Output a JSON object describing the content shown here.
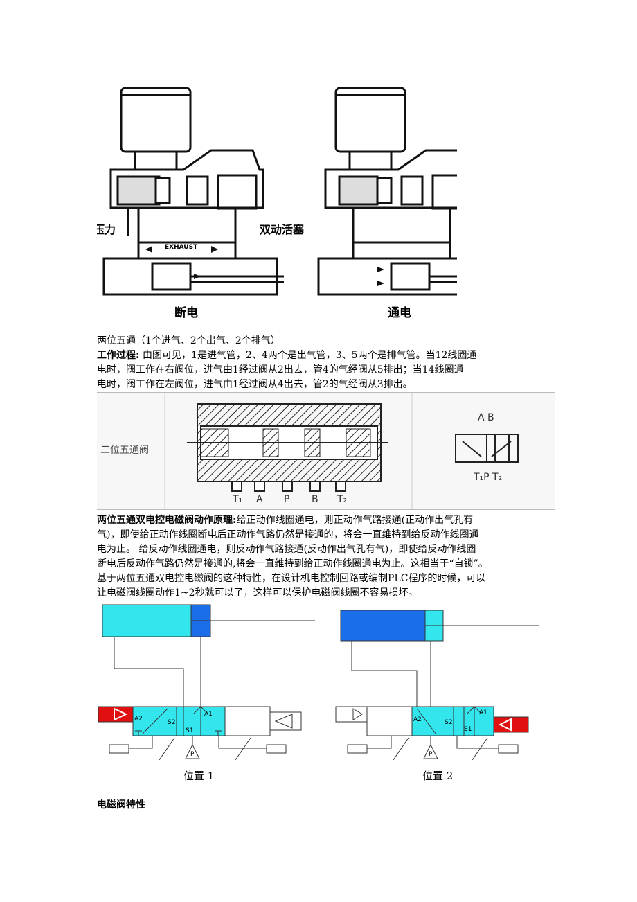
{
  "top_figure": {
    "left_label_pressure": "压力",
    "left_label_exhaust": "EXHAUST",
    "left_label_piston": "双动活塞",
    "left_caption": "断电",
    "right_caption": "通电"
  },
  "intro_line": "两位五通（1个进气、2个出气、2个排气）",
  "work_process": {
    "heading": "工作过程:",
    "line1": " 由图可见，1是进气管，2、4两个是出气管，3、5两个是排气管。当12线圈通",
    "line2": "电时，阀工作在右阀位，进气由1经过阀从2出去，管4的气经阀从5排出；当14线圈通",
    "line3": "电时，阀工作在左阀位，进气由1经过阀从4出去，管2的气经阀从3排出。"
  },
  "valve_figure": {
    "side_label": "二位五通阀",
    "port_labels": [
      "T₁",
      "A",
      "P",
      "B",
      "T₂"
    ],
    "symbol_top": "A B",
    "symbol_bottom": "T₁P T₂"
  },
  "principle": {
    "heading": "两位五通双电控电磁阀动作原理:",
    "line1": "给正动作线圈通电，则正动作气路接通(正动作出气孔有",
    "line2": "气)，即使给正动作线圈断电后正动作气路仍然是接通的，将会一直维持到给反动作线圈通",
    "line3": "电为止。 给反动作线圈通电，则反动作气路接通(反动作出气孔有气)，即使给反动作线圈",
    "line4": "断电后反动作气路仍然是接通的,将会一直维持到给正动作线圈通电为止。这相当于“自锁”。",
    "line5": "基于两位五通双电控电磁阀的这种特性，在设计机电控制回路或编制PLC程序的时候，可以",
    "line6": "让电磁阀线圈动作1~2秒就可以了，这样可以保护电磁阀线圈不容易损坏。"
  },
  "position_diagrams": {
    "port_a2": "A2",
    "port_s2": "S2",
    "port_s1": "S1",
    "port_a1": "A1",
    "port_p": "P",
    "left_caption": "位置 1",
    "right_caption": "位置 2",
    "colors": {
      "cyan": "#33E6EE",
      "blue": "#1A6FE8",
      "red": "#E01010"
    }
  },
  "section_heading": "电磁阀特性"
}
